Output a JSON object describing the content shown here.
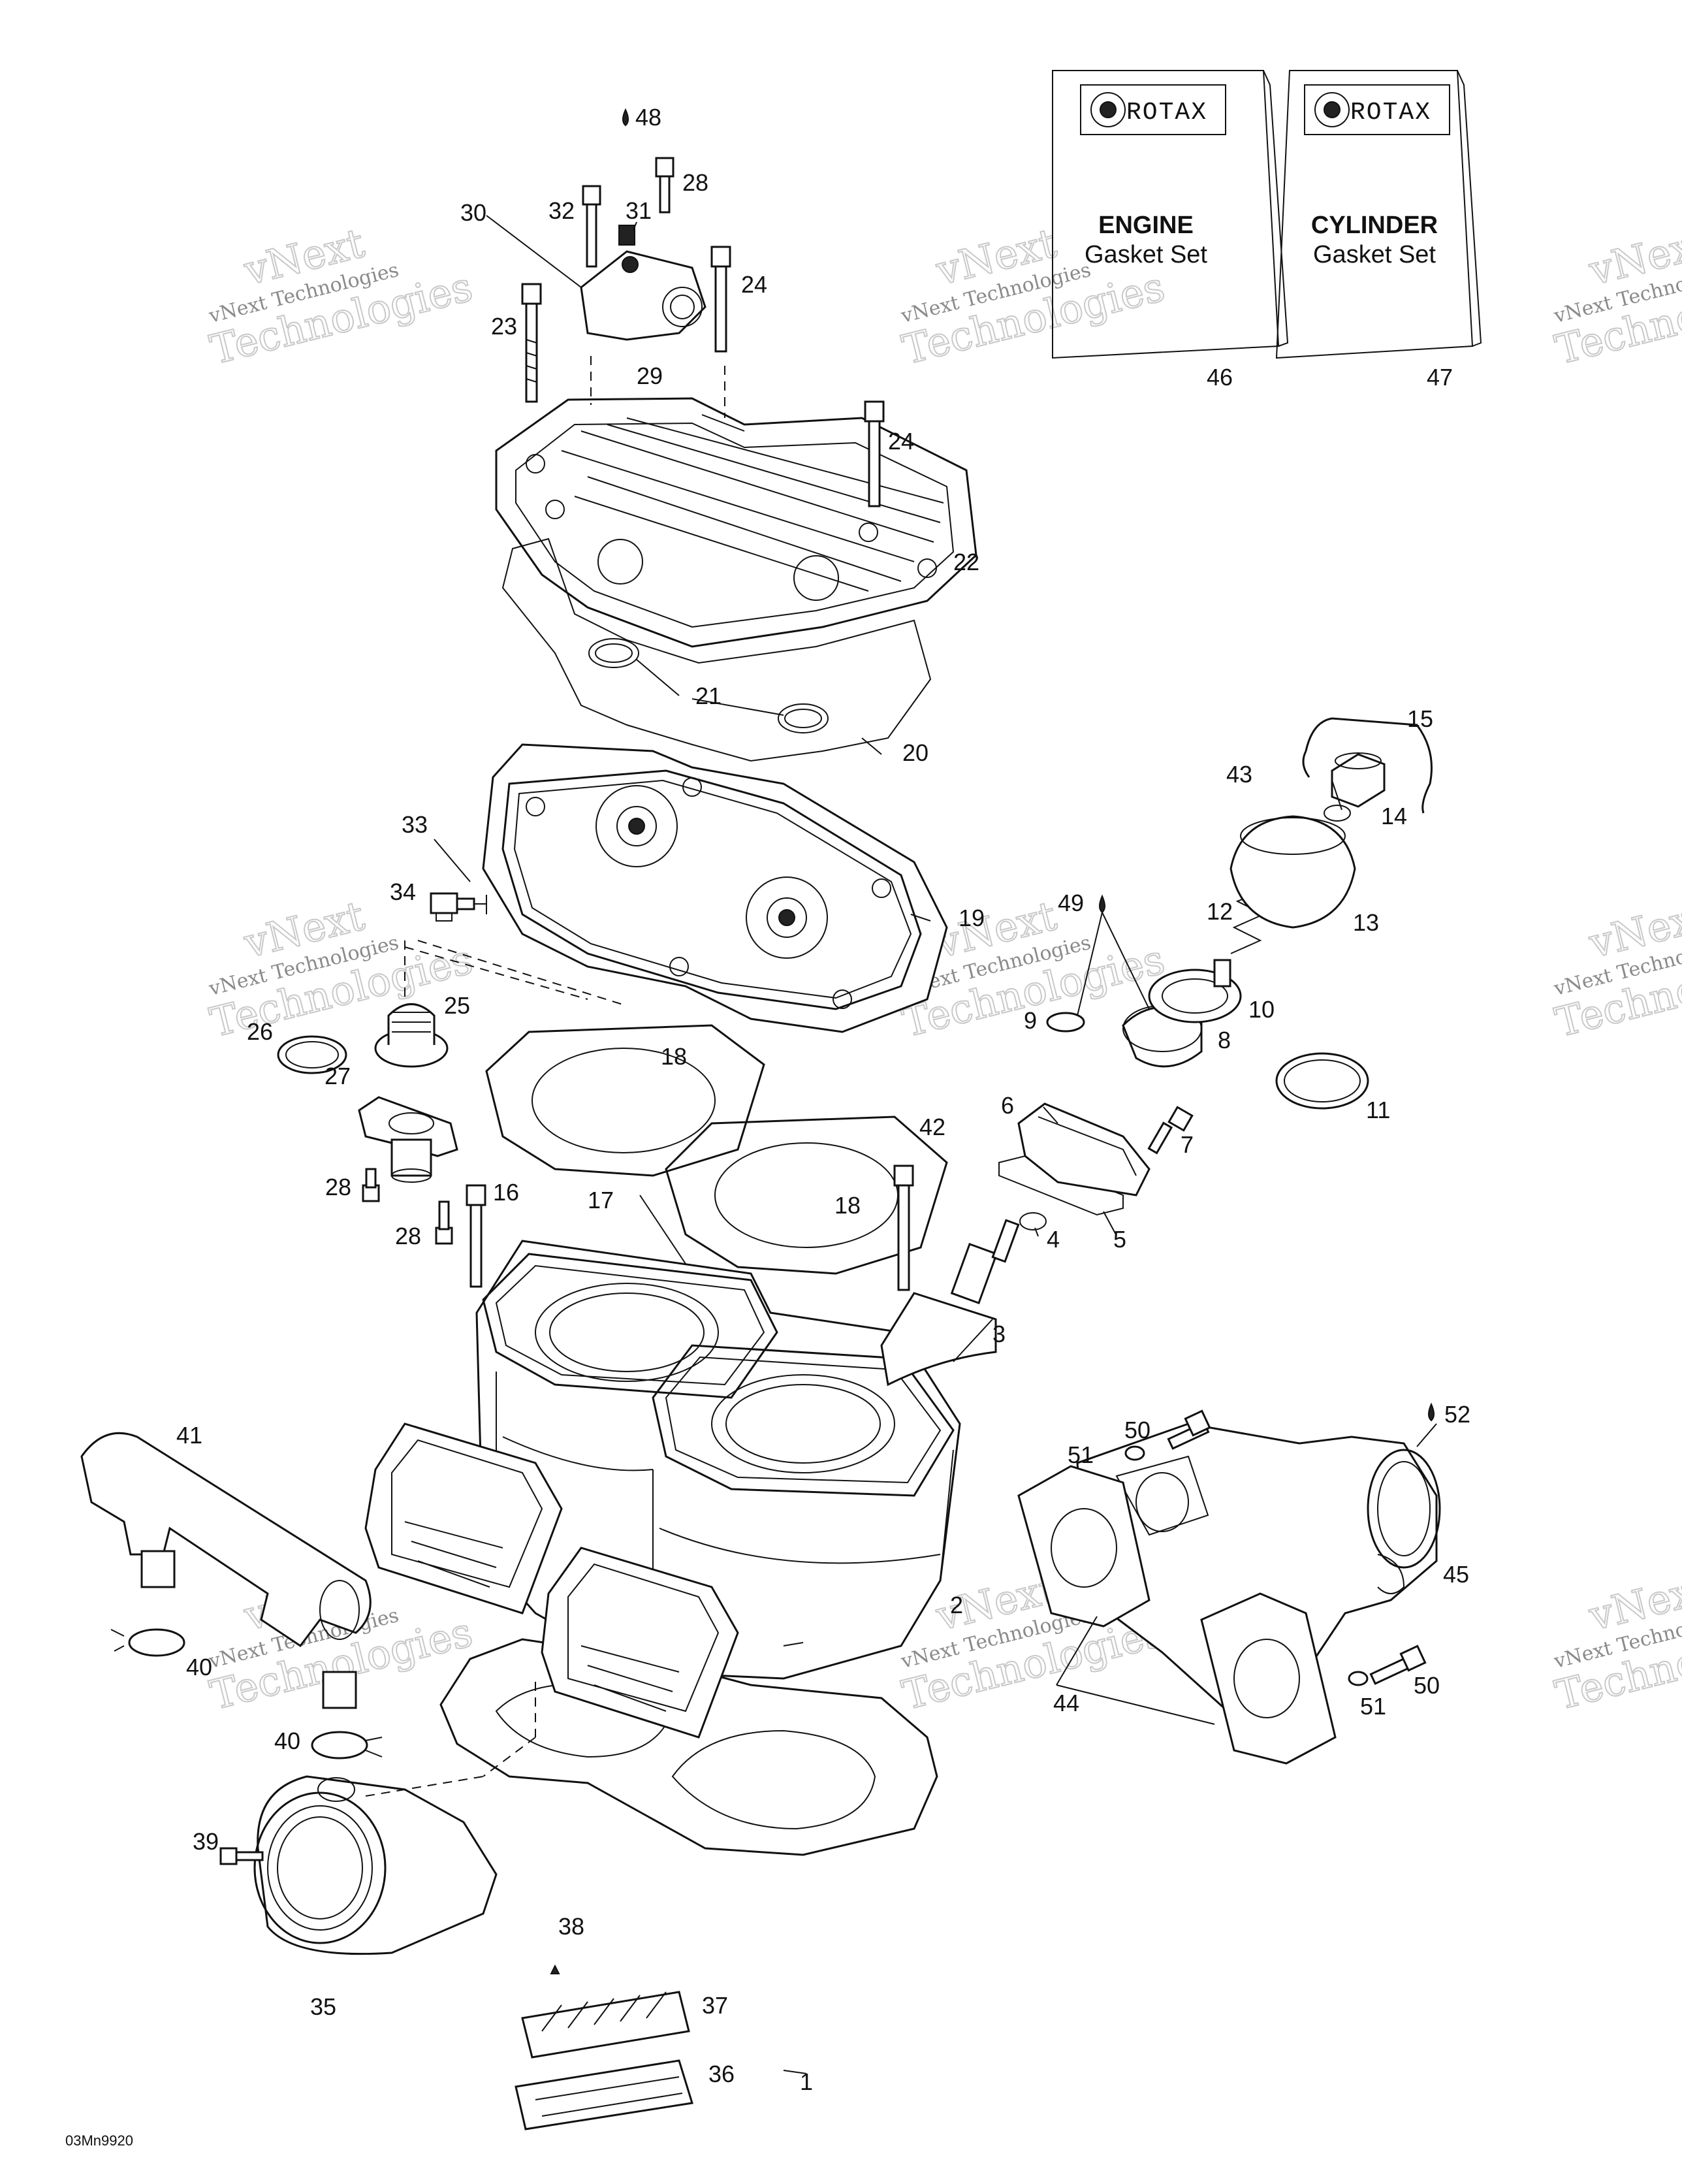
{
  "watermark": {
    "line1": "vNext",
    "line2": "vNext Technologies",
    "line3": "Technologies"
  },
  "gasket_sets": [
    {
      "brand": "ROTAX",
      "title": "ENGINE",
      "subtitle": "Gasket Set",
      "callout": "46"
    },
    {
      "brand": "ROTAX",
      "title": "CYLINDER",
      "subtitle": "Gasket Set",
      "callout": "47"
    }
  ],
  "callouts": [
    "1",
    "2",
    "3",
    "4",
    "5",
    "6",
    "7",
    "8",
    "9",
    "10",
    "11",
    "12",
    "13",
    "14",
    "15",
    "16",
    "17",
    "18",
    "19",
    "20",
    "21",
    "22",
    "23",
    "24",
    "25",
    "26",
    "27",
    "28",
    "29",
    "30",
    "31",
    "32",
    "33",
    "34",
    "35",
    "36",
    "37",
    "38",
    "39",
    "40",
    "41",
    "42",
    "43",
    "44",
    "45",
    "48",
    "49",
    "50",
    "51",
    "52"
  ],
  "diagram_code": "03Mn9920"
}
